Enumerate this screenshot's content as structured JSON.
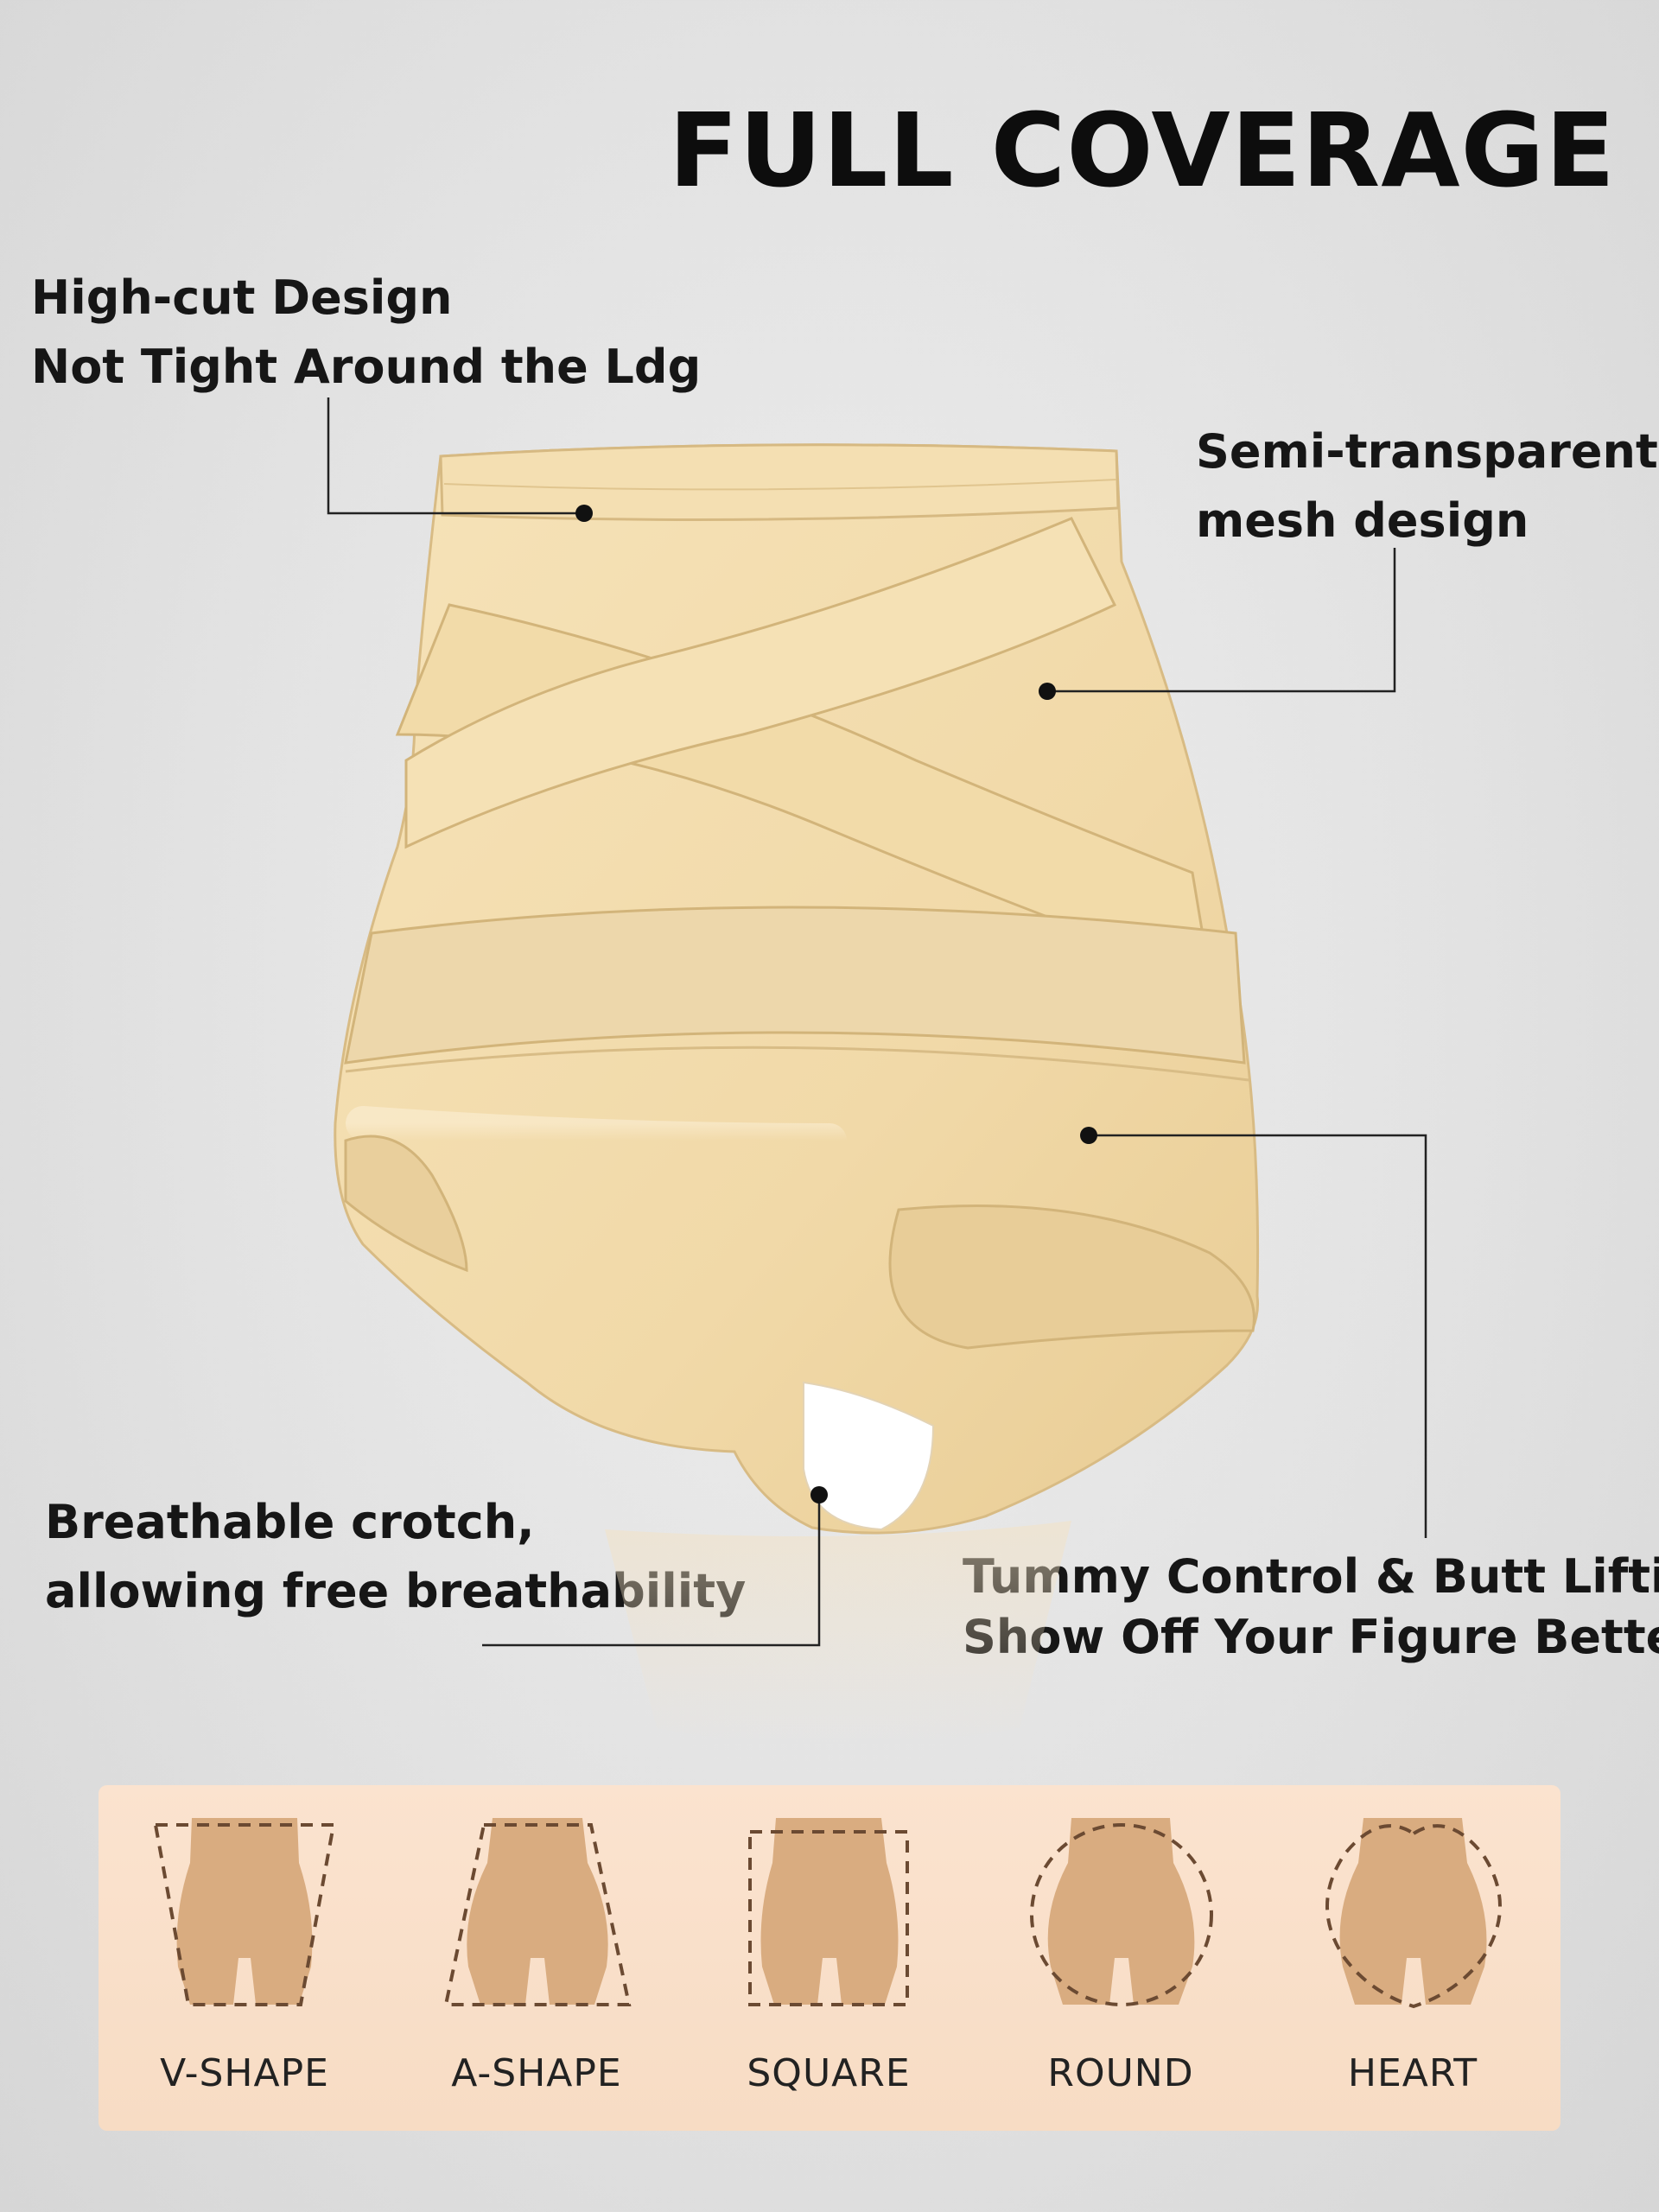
{
  "title": "FULL COVERAGE",
  "callouts": {
    "high_cut": [
      "High-cut Design",
      "Not Tight Around the Ldg"
    ],
    "mesh": [
      "Semi-transparent",
      "mesh design"
    ],
    "crotch": [
      "Breathable crotch,",
      "allowing free breathability"
    ],
    "tummy": [
      "Tummy Control & Butt Lifting",
      "Show Off Your Figure Better"
    ]
  },
  "body_shapes": [
    {
      "label": "V-SHAPE",
      "icon": "v-shape-body-icon"
    },
    {
      "label": "A-SHAPE",
      "icon": "a-shape-body-icon"
    },
    {
      "label": "SQUARE",
      "icon": "square-body-icon"
    },
    {
      "label": "ROUND",
      "icon": "round-body-icon"
    },
    {
      "label": "HEART",
      "icon": "heart-body-icon"
    }
  ],
  "colors": {
    "fabric": "#f3deb0",
    "fabric_shadow": "#e2c891",
    "panel": "#f9dfc9",
    "silhouette": "#d9ac80",
    "text": "#111111"
  }
}
